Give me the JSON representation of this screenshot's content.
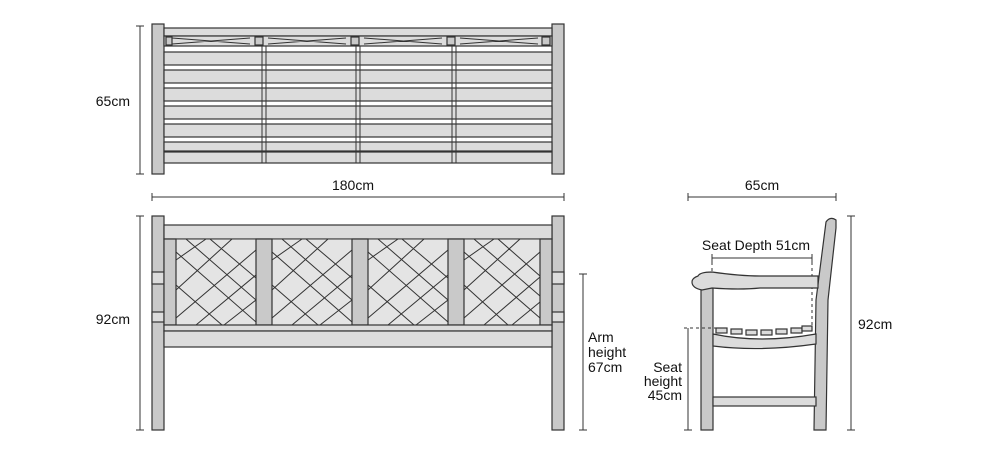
{
  "top_view": {
    "depth_label": "65cm"
  },
  "front_view": {
    "width_label": "180cm",
    "height_label": "92cm",
    "arm_height_label": [
      "Arm",
      "height",
      "67cm"
    ],
    "seat_height_label": [
      "Seat",
      "height",
      "45cm"
    ]
  },
  "side_view": {
    "depth_label": "65cm",
    "seat_depth_label": "Seat Depth 51cm",
    "height_label": "92cm"
  },
  "colors": {
    "wood": "#dcdcdc",
    "outline": "#333333",
    "background": "#ffffff"
  }
}
